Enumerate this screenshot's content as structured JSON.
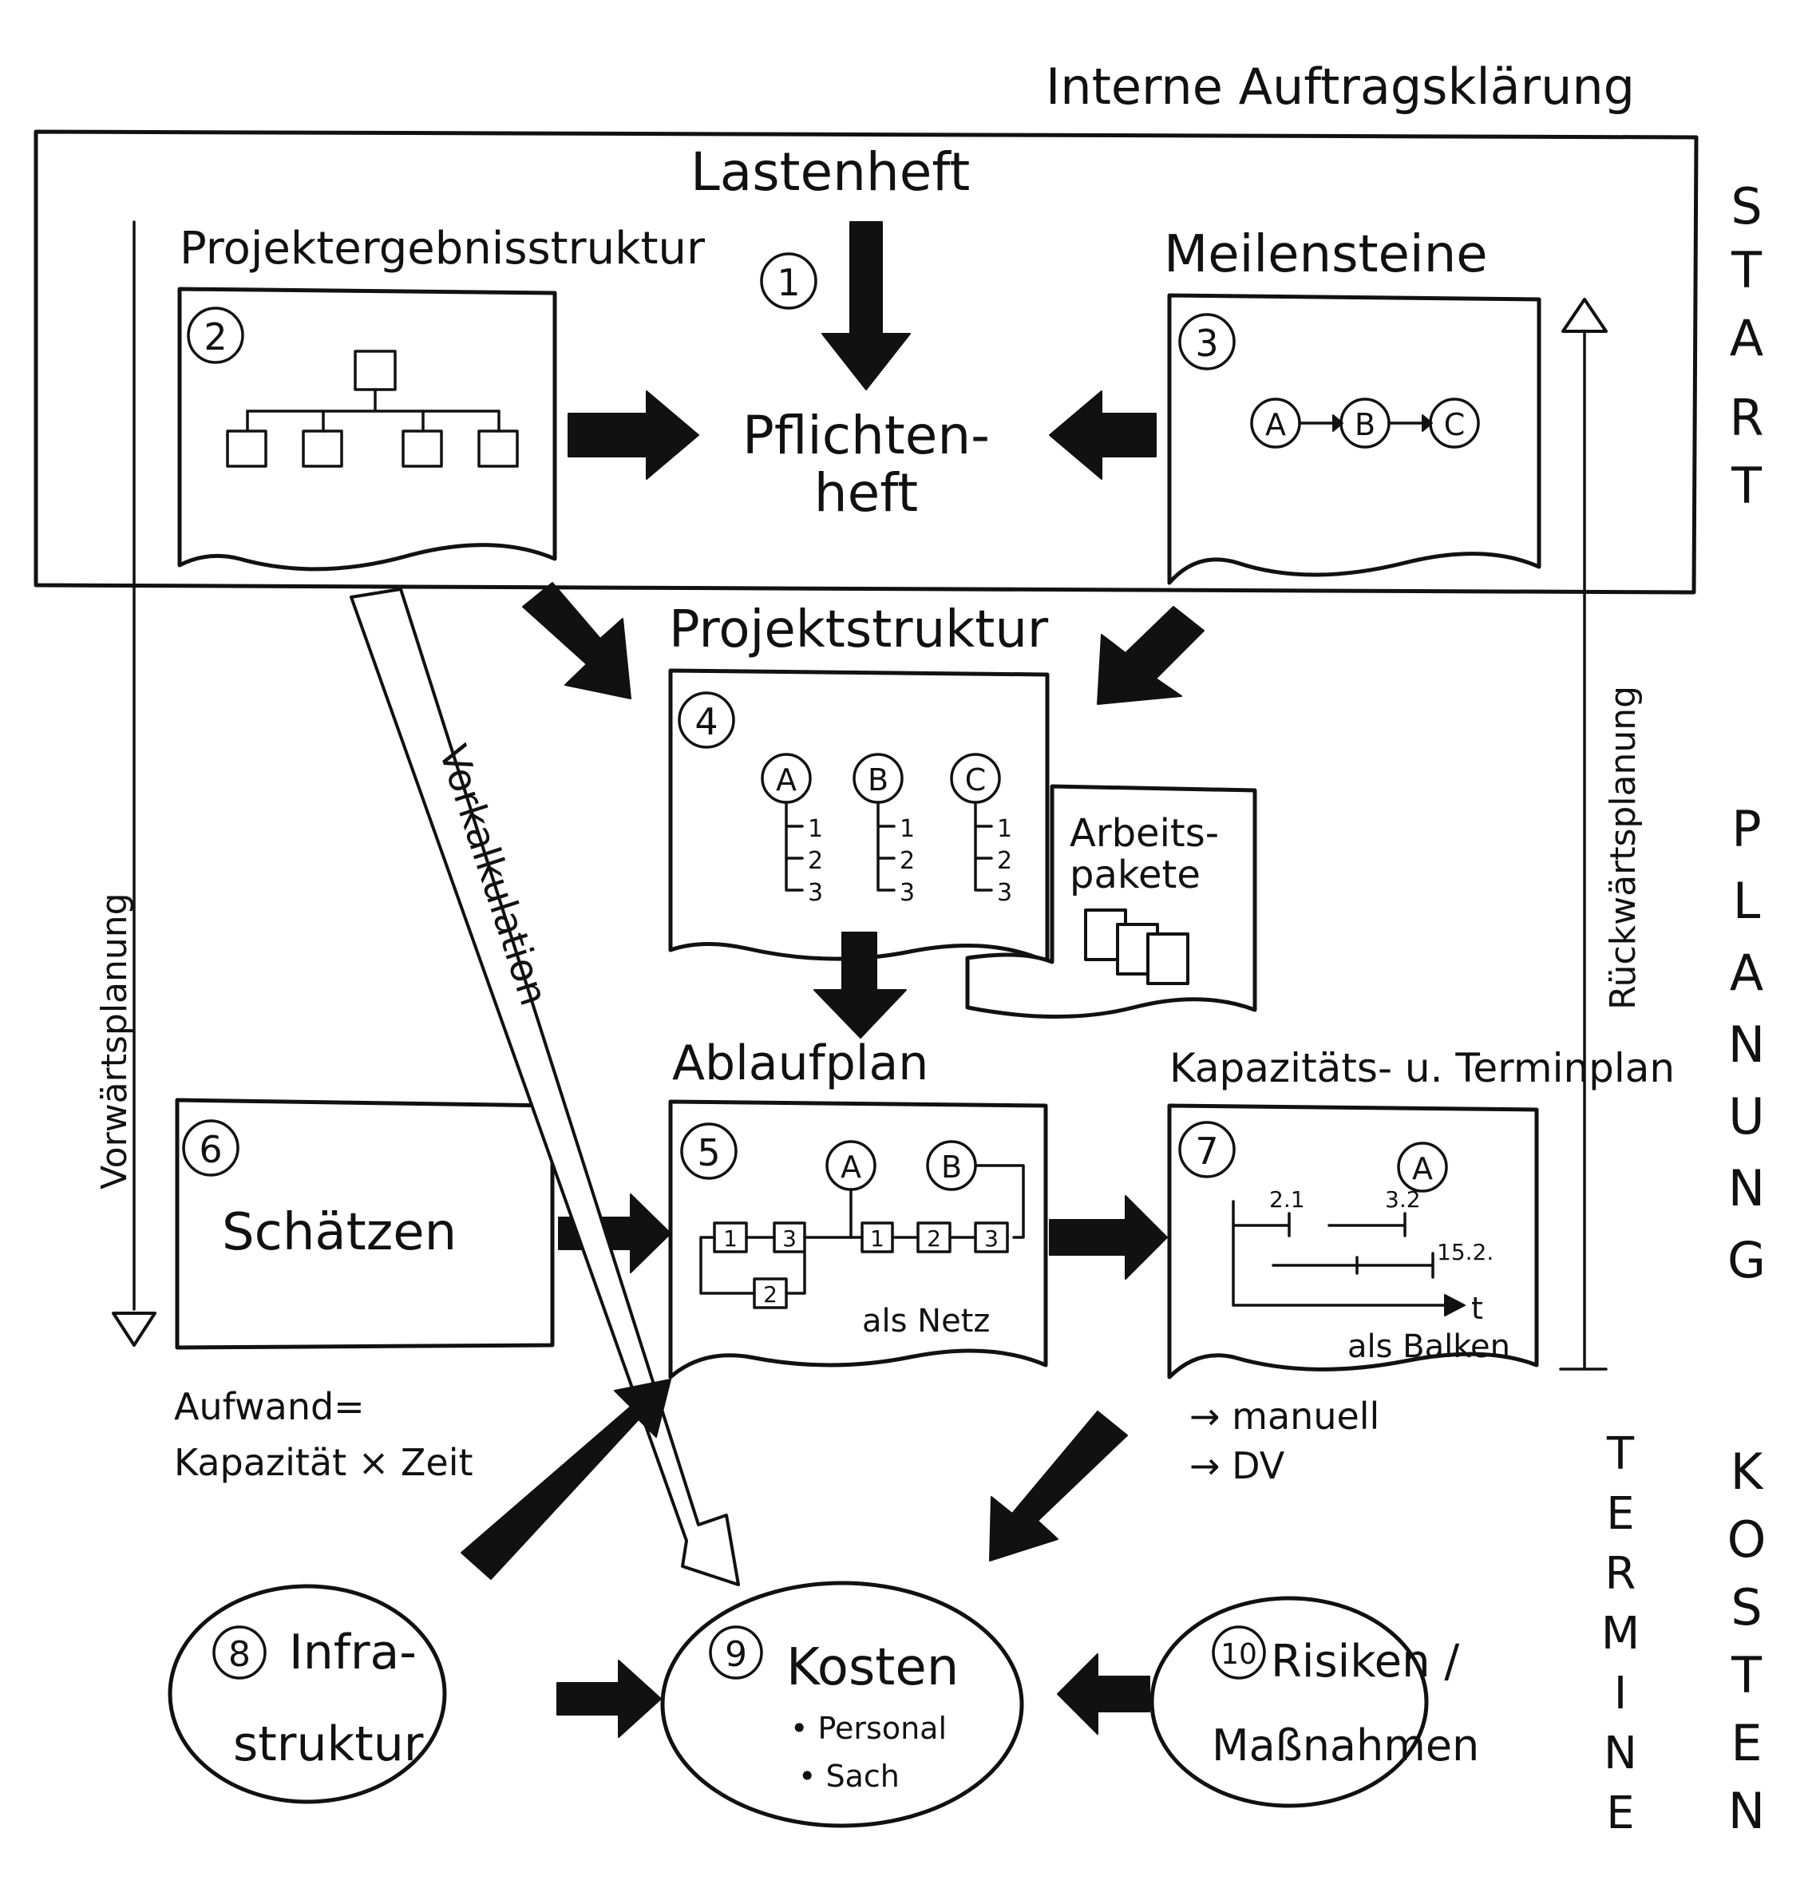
{
  "header": {
    "title": "Interne Auftragsklärung"
  },
  "top_box": {
    "title": "Lastenheft",
    "center": [
      "Pflichten-",
      "heft"
    ]
  },
  "steps": {
    "s1": {
      "num": "1"
    },
    "s2": {
      "num": "2",
      "label": "Projektergebnisstruktur"
    },
    "s3": {
      "num": "3",
      "label": "Meilensteine",
      "milestones": [
        "A",
        "B",
        "C"
      ]
    },
    "s4": {
      "num": "4",
      "label": "Projektstruktur",
      "columns": [
        "A",
        "B",
        "C"
      ],
      "items": [
        "1",
        "2",
        "3"
      ]
    },
    "work_packages": [
      "Arbeits-",
      "pakete"
    ],
    "s5": {
      "num": "5",
      "label": "Ablaufplan",
      "nodes": [
        "A",
        "B"
      ],
      "boxes": [
        "1",
        "3",
        "2",
        "1",
        "2",
        "3"
      ],
      "caption": "als Netz"
    },
    "s6": {
      "num": "6",
      "label": "Schätzen"
    },
    "s7": {
      "num": "7",
      "label": "Kapazitäts- u. Terminplan",
      "node": "A",
      "marks": [
        "2.1",
        "3.2",
        "15.2."
      ],
      "axis": "t",
      "caption": "als Balken"
    },
    "s8": {
      "num": "8",
      "label": [
        "Infra-",
        "struktur"
      ]
    },
    "s9": {
      "num": "9",
      "label": "Kosten",
      "bullets": [
        "• Personal",
        "• Sach"
      ]
    },
    "s10": {
      "num": "10",
      "label": [
        "Risiken /",
        "Maßnahmen"
      ]
    }
  },
  "notes": {
    "aufwand": [
      "Aufwand=",
      "Kapazität × Zeit"
    ],
    "modes": [
      "→ manuell",
      "→ DV"
    ],
    "vorkalkulation": "Vorkalkulation",
    "vorwaerts": "Vorwärtsplanung",
    "rueckwaerts": "Rückwärtsplanung"
  },
  "phases": {
    "start": [
      "S",
      "T",
      "A",
      "R",
      "T"
    ],
    "planung": [
      "P",
      "L",
      "A",
      "N",
      "U",
      "N",
      "G"
    ],
    "termine": [
      "T",
      "E",
      "R",
      "M",
      "I",
      "N",
      "E"
    ],
    "kosten": [
      "K",
      "O",
      "S",
      "T",
      "E",
      "N"
    ]
  }
}
